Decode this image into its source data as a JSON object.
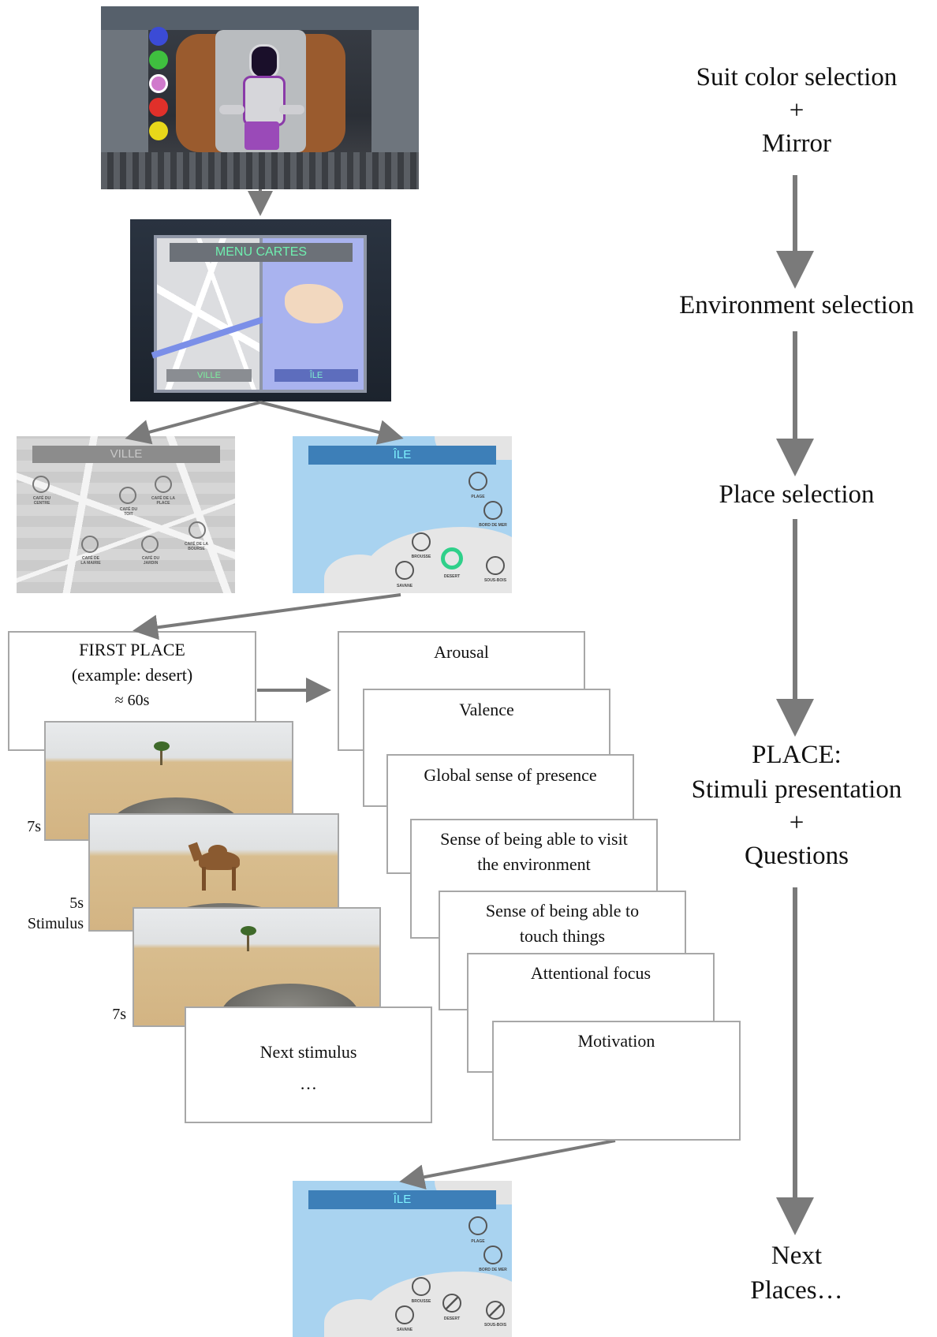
{
  "stages": {
    "suit_line1": "Suit color selection",
    "plus1": "+",
    "suit_line2": "Mirror",
    "environment": "Environment selection",
    "place": "Place selection",
    "place_stimuli_line1": "PLACE:",
    "place_stimuli_line2": "Stimuli presentation",
    "plus2": "+",
    "place_stimuli_line3": "Questions",
    "next_line1": "Next",
    "next_line2": "Places…"
  },
  "menu": {
    "title": "MENU CARTES",
    "left": "VILLE",
    "right": "ÎLE"
  },
  "ville": {
    "title": "VILLE",
    "pins": [
      {
        "line1": "CAFÉ DU",
        "line2": "CENTRE"
      },
      {
        "line1": "CAFÉ DU",
        "line2": "TOIT"
      },
      {
        "line1": "CAFÉ DE LA",
        "line2": "PLACE"
      },
      {
        "line1": "CAFÉ DE",
        "line2": "LA MAIRIE"
      },
      {
        "line1": "CAFÉ DU",
        "line2": "JARDIN"
      },
      {
        "line1": "CAFÉ DE LA",
        "line2": "BOURSE"
      }
    ]
  },
  "ile": {
    "title": "ÎLE",
    "pins": [
      {
        "label": "PLAGE"
      },
      {
        "label": "BORD DE MER"
      },
      {
        "label": "BROUSSE"
      },
      {
        "label": "DESERT"
      },
      {
        "label": "SOUS-BOIS"
      },
      {
        "label": "SAVANE"
      }
    ]
  },
  "first_place": {
    "line1": "FIRST PLACE",
    "line2": "(example: desert)",
    "line3": "≈ 60s"
  },
  "timings": {
    "t1": "7s",
    "t2a": "5s",
    "t2b": "Stimulus",
    "t3": "7s"
  },
  "next_stimulus": {
    "line1": "Next stimulus",
    "line2": "…"
  },
  "questions": [
    {
      "line1": "Arousal",
      "line2": ""
    },
    {
      "line1": "Valence",
      "line2": ""
    },
    {
      "line1": "Global sense of presence",
      "line2": ""
    },
    {
      "line1": "Sense of being able to visit",
      "line2": "the environment"
    },
    {
      "line1": "Sense of being able to",
      "line2": "touch things"
    },
    {
      "line1": "Attentional focus",
      "line2": ""
    },
    {
      "line1": "Motivation",
      "line2": ""
    }
  ],
  "suit_colors": [
    "#3b4bd6",
    "#3fbf3f",
    "#d07acc",
    "#e0302a",
    "#e8d81a"
  ],
  "colors": {
    "arrow": "#7a7a7a",
    "box_border": "#a7a7a7",
    "map_water": "#a9d3f0",
    "map_bar": "#3d7fb8",
    "title_cyan": "#7ff2ff",
    "sand": "#d9b98a"
  }
}
